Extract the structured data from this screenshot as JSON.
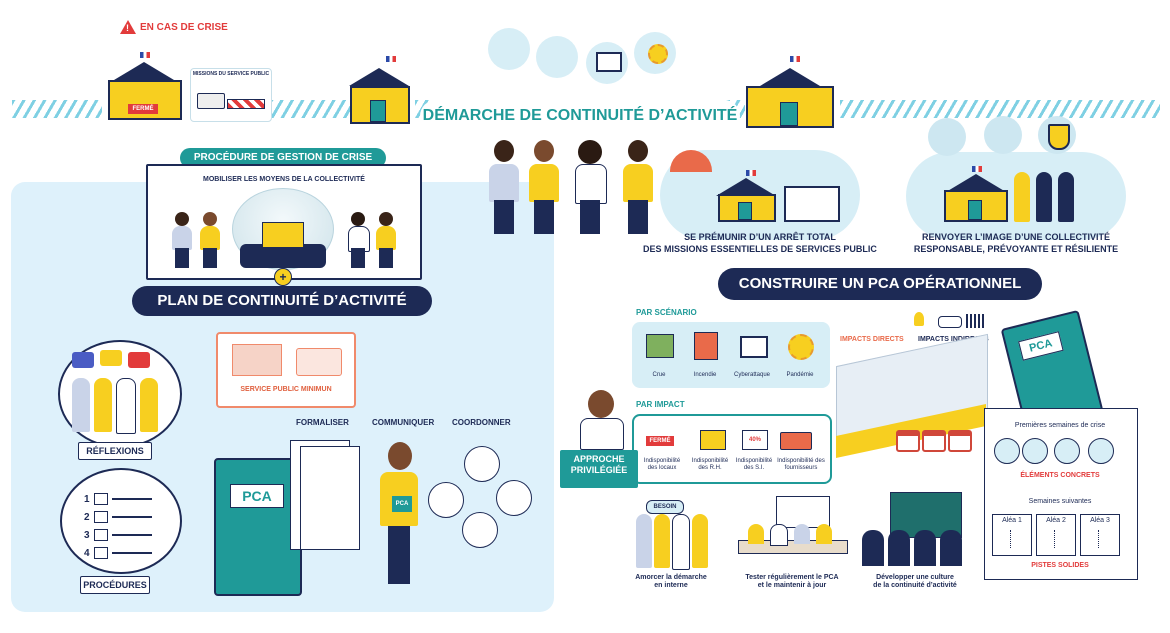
{
  "header": {
    "alert": "EN CAS DE CRISE",
    "missions": "MISSIONS DU SERVICE PUBLIC",
    "ferme": "FERMÉ",
    "main_title": "DÉMARCHE DE CONTINUITÉ D’ACTIVITÉ"
  },
  "left": {
    "procedure_title": "PROCÉDURE DE GESTION DE CRISE",
    "mobiliser": "MOBILISER LES MOYENS DE LA COLLECTIVITÉ",
    "plan_title": "PLAN DE CONTINUITÉ D’ACTIVITÉ",
    "service_min": "SERVICE PUBLIC MINIMUN",
    "formaliser": "FORMALISER",
    "communiquer": "COMMUNIQUER",
    "coordonner": "COORDONNER",
    "reflexions": "RÉFLEXIONS",
    "procedures": "PROCÉDURES",
    "pca_label": "PCA",
    "pca_badge": "PCA",
    "list_numbers": [
      "1",
      "2",
      "3",
      "4"
    ]
  },
  "right": {
    "premunir": "SE PRÉMUNIR D’UN ARRÊT TOTAL\nDES MISSIONS ESSENTIELLES DE SERVICES PUBLIC",
    "renvoyer": "RENVOYER L’IMAGE D’UNE COLLECTIVITÉ\nRESPONSABLE, PRÉVOYANTE ET RÉSILIENTE",
    "construire": "CONSTRUIRE UN PCA OPÉRATIONNEL",
    "par_scenario": "PAR SCÉNARIO",
    "scenarios": [
      "Crue",
      "Incendie",
      "Cyberattaque",
      "Pandémie"
    ],
    "par_impact": "PAR IMPACT",
    "impacts": [
      "Indisponibilité des locaux",
      "Indisponibilité des R.H.",
      "Indisponibilité des S.I.",
      "Indisponibilité des fournisseurs"
    ],
    "impact_ferme": "FERMÉ",
    "impact_percent": "40%",
    "approche": "APPROCHE\nPRIVILÉGIÉE",
    "impacts_directs": "IMPACTS DIRECTS",
    "impacts_indirects": "IMPACTS INDIRECTS",
    "besoin": "BESOIN",
    "amorcer": "Amorcer la démarche\nen interne",
    "tester": "Tester régulièrement le PCA\net le maintenir à jour",
    "developper": "Développer une culture\nde la continuité d’activité",
    "pca_book": "PCA",
    "premieres": "Premières semaines de crise",
    "elements": "ÉLÉMENTS CONCRETS",
    "semaines": "Semaines suivantes",
    "aleas": [
      "Aléa 1",
      "Aléa 2",
      "Aléa 3"
    ],
    "pistes": "PISTES SOLIDES"
  },
  "colors": {
    "navy": "#1d2a55",
    "teal": "#1f9a98",
    "yellow": "#f7cf20",
    "red": "#e23b3b",
    "light_blue": "#def1fb"
  }
}
